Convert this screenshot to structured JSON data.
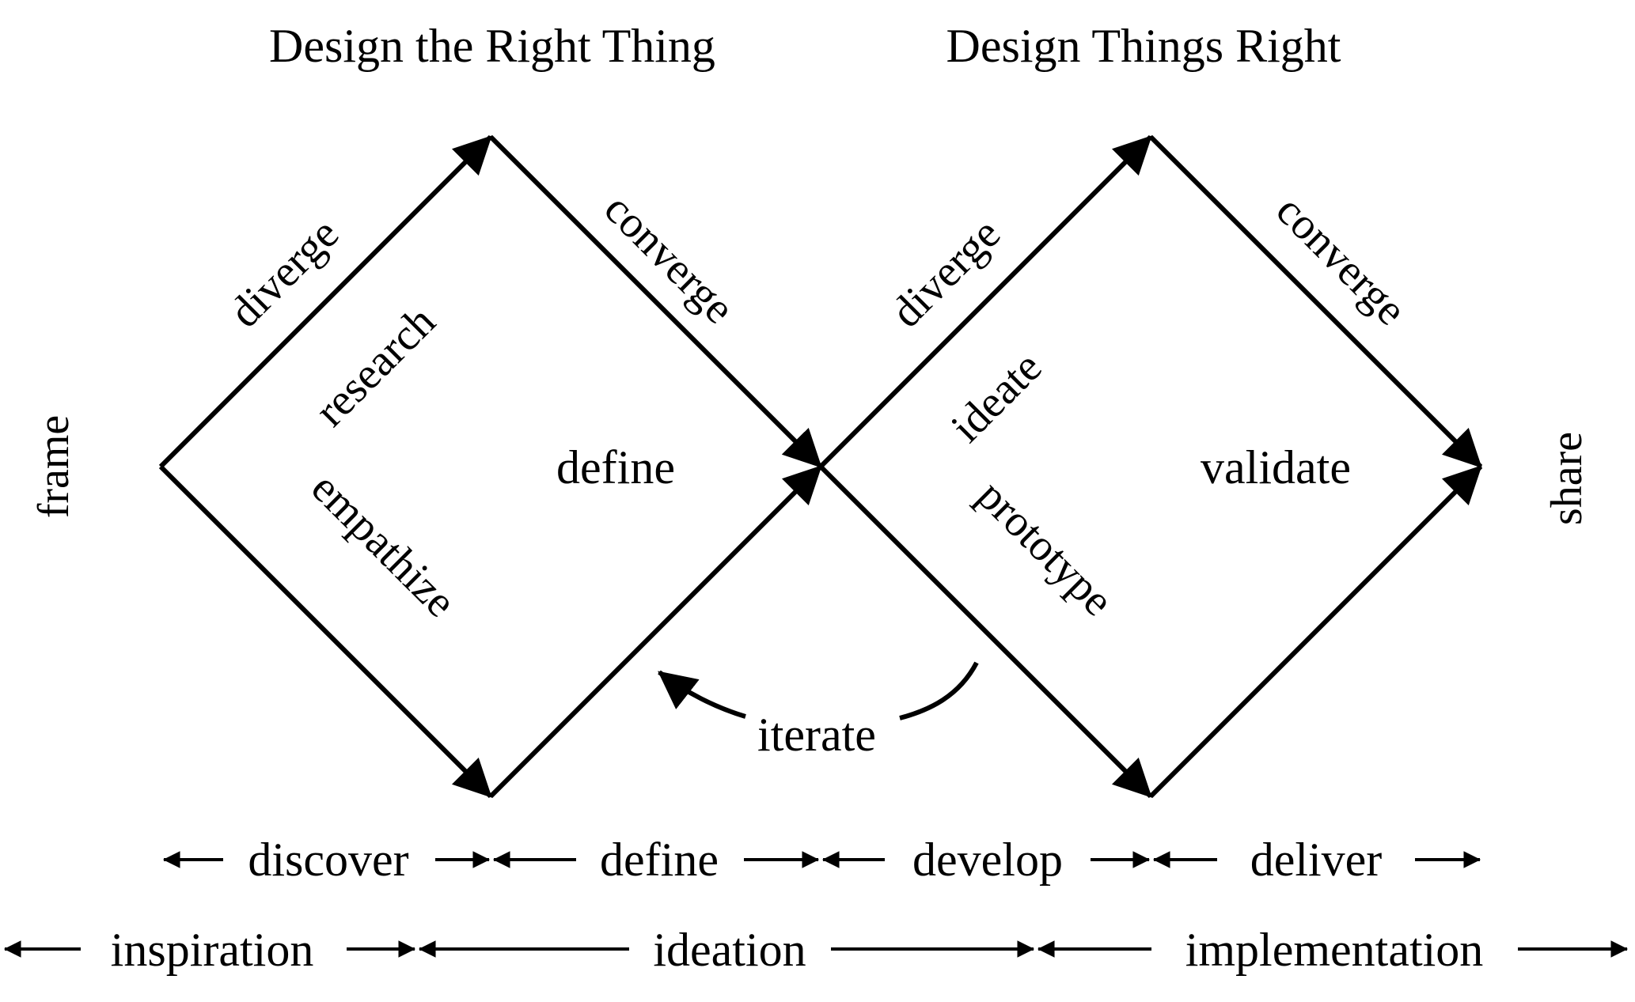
{
  "headings": {
    "left": "Design the Right Thing",
    "right": "Design Things Right"
  },
  "side_labels": {
    "left": "frame",
    "right": "share"
  },
  "diamond_left": {
    "diverge": "diverge",
    "converge": "converge",
    "activity_top": "research",
    "activity_bottom": "empathize",
    "center": "define"
  },
  "diamond_right": {
    "diverge": "diverge",
    "converge": "converge",
    "activity_top": "ideate",
    "activity_bottom": "prototype",
    "center": "validate"
  },
  "loop": {
    "label": "iterate"
  },
  "phases": [
    "discover",
    "define",
    "develop",
    "deliver"
  ],
  "stages": [
    "inspiration",
    "ideation",
    "implementation"
  ],
  "colors": {
    "ink": "#000000",
    "background": "#ffffff"
  }
}
